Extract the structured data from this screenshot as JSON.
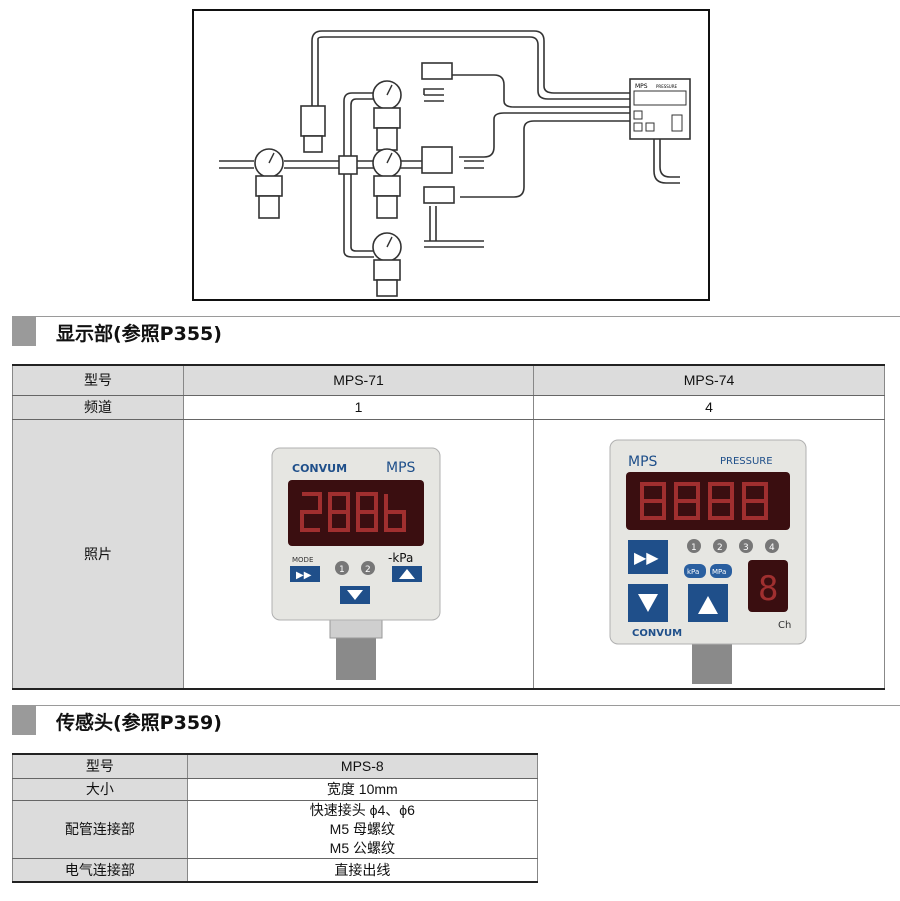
{
  "diagram": {
    "device_brand": "MPS",
    "device_label": "PRESSURE"
  },
  "display_section": {
    "title": "显示部(参照P355)",
    "table": {
      "header_label": "型号",
      "models": [
        "MPS-71",
        "MPS-74"
      ],
      "channel_label": "频道",
      "channels": [
        "1",
        "4"
      ],
      "photo_label": "照片"
    },
    "mps71": {
      "brand": "CONVUM",
      "model": "MPS",
      "mode_label": "MODE",
      "unit": "-kPa",
      "channel_marks": [
        "1",
        "2"
      ]
    },
    "mps74": {
      "model": "MPS",
      "label": "PRESSURE",
      "brand": "CONVUM",
      "channel_marks": [
        "1",
        "2",
        "3",
        "4"
      ],
      "unit_buttons": [
        "kPa",
        "MPa"
      ],
      "ch_label": "Ch",
      "ch_digit": "8"
    }
  },
  "sensor_section": {
    "title": "传感头(参照P359)",
    "rows": [
      {
        "label": "型号",
        "value": [
          "MPS-8"
        ]
      },
      {
        "label": "大小",
        "value": [
          "宽度 10mm"
        ]
      },
      {
        "label": "配管连接部",
        "value": [
          "快速接头 ϕ4、ϕ6",
          "M5 母螺纹",
          "M5 公螺纹"
        ]
      },
      {
        "label": "电气连接部",
        "value": [
          "直接出线"
        ]
      }
    ]
  },
  "colors": {
    "header_bg": "#dcdcdc",
    "section_bar": "#9a9a9a",
    "display_red": "#c23a3a",
    "panel_blue": "#1f4f8a"
  }
}
